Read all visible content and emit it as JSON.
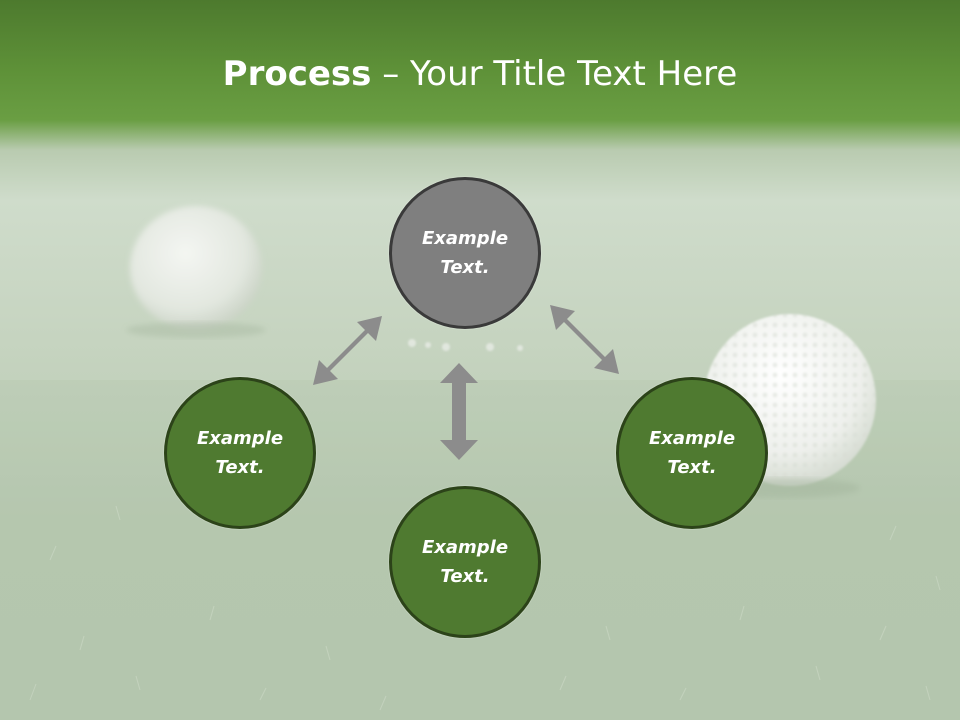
{
  "title": {
    "bold": "Process",
    "separator": " – ",
    "rest": "Your Title Text Here"
  },
  "nodes": {
    "top": "Example Text.",
    "left": "Example Text.",
    "right": "Example Text.",
    "bottom": "Example Text."
  },
  "colors": {
    "header_green": "#5e9138",
    "node_gray": "#7f7f7f",
    "node_green": "#4f7a30",
    "arrow_gray": "#8c8c8c"
  }
}
